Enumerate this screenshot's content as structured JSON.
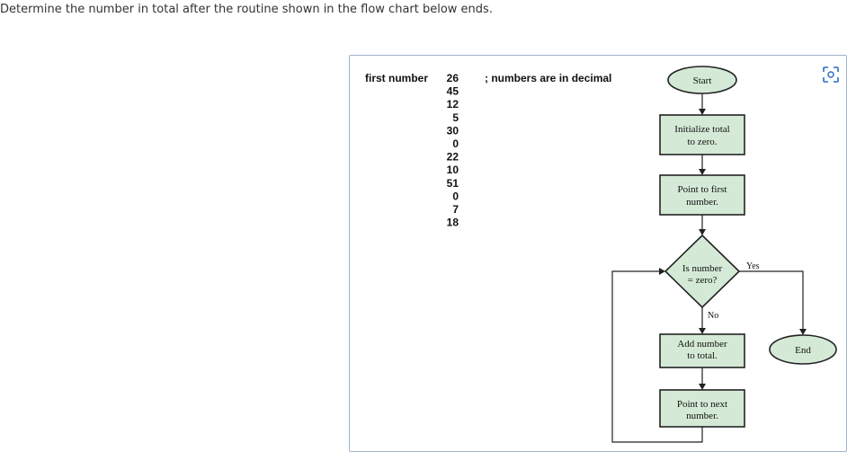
{
  "question": "Determine the number in total after the routine shown in the flow chart below ends.",
  "listing": {
    "label": "first number",
    "comment": "; numbers are in decimal",
    "numbers": [
      "26",
      "45",
      "12",
      "5",
      "30",
      "0",
      "22",
      "10",
      "51",
      "0",
      "7",
      "18"
    ]
  },
  "flowchart": {
    "start": "Start",
    "init_line1": "Initialize total",
    "init_line2": "to zero.",
    "point_first_line1": "Point to first",
    "point_first_line2": "number.",
    "decision_line1": "Is number",
    "decision_line2": "= zero?",
    "yes": "Yes",
    "no": "No",
    "add_line1": "Add number",
    "add_line2": "to total.",
    "next_line1": "Point to next",
    "next_line2": "number.",
    "end": "End"
  },
  "icons": {
    "snip": "screenshot-snip-icon"
  },
  "colors": {
    "box_fill": "#d4ead6",
    "panel_border": "#9db4cf",
    "snip_icon": "#2a6ec6"
  }
}
